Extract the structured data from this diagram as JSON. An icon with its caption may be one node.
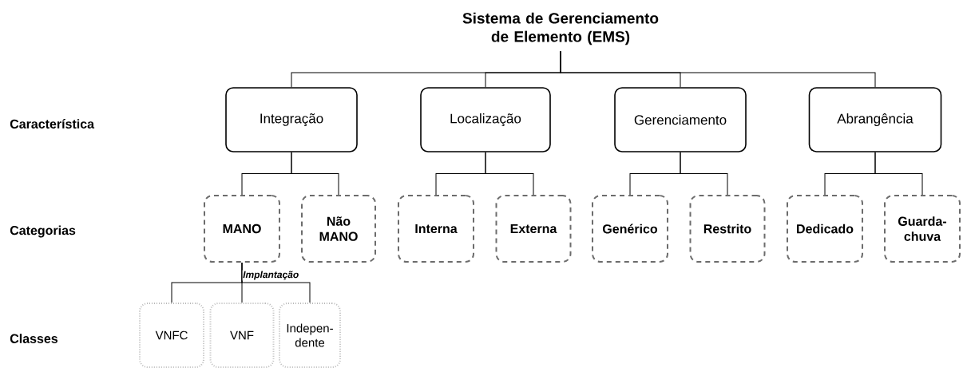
{
  "diagram": {
    "nodes": [
      {
        "text": [
          "Sistema de Gerenciamento de Elemento (EMS)"
        ]
      },
      {
        "text": [
          "Integração"
        ]
      },
      {
        "text": [
          "Localização"
        ]
      },
      {
        "text": [
          "Gerenciamento"
        ]
      },
      {
        "text": [
          "Abrangência"
        ]
      },
      {
        "text": [
          "MANO"
        ]
      },
      {
        "text": [
          "Não MANO"
        ]
      },
      {
        "text": [
          "Interna"
        ]
      },
      {
        "text": [
          "Externa"
        ]
      },
      {
        "text": [
          "Genérico"
        ]
      },
      {
        "text": [
          "Restrito"
        ]
      },
      {
        "text": [
          "Dedicado"
        ]
      },
      {
        "text": [
          "Guarda-chuva"
        ]
      },
      {
        "text": [
          "VNFC"
        ]
      },
      {
        "text": [
          "VNF"
        ]
      },
      {
        "text": [
          "Indepen-dente"
        ]
      }
    ],
    "edges": [
      {
        "from": 0,
        "to": 1,
        "arrow": "none"
      },
      {
        "from": 0,
        "to": 2,
        "arrow": "none"
      },
      {
        "from": 0,
        "to": 3,
        "arrow": "none"
      },
      {
        "from": 0,
        "to": 4,
        "arrow": "none"
      },
      {
        "from": 1,
        "to": 5,
        "arrow": "none"
      },
      {
        "from": 1,
        "to": 6,
        "arrow": "none"
      },
      {
        "from": 2,
        "to": 7,
        "arrow": "none"
      },
      {
        "from": 2,
        "to": 8,
        "arrow": "none"
      },
      {
        "from": 3,
        "to": 9,
        "arrow": "none"
      },
      {
        "from": 3,
        "to": 10,
        "arrow": "none"
      },
      {
        "from": 4,
        "to": 11,
        "arrow": "none"
      },
      {
        "from": 4,
        "to": 12,
        "arrow": "none"
      },
      {
        "from": 5,
        "to": 13,
        "arrow": "none"
      },
      {
        "from": 5,
        "to": 14,
        "arrow": "none",
        "label": "Implantação"
      },
      {
        "from": 5,
        "to": 15,
        "arrow": "none"
      }
    ],
    "labels": [
      "Característica",
      "Categorias",
      "Classes"
    ]
  }
}
